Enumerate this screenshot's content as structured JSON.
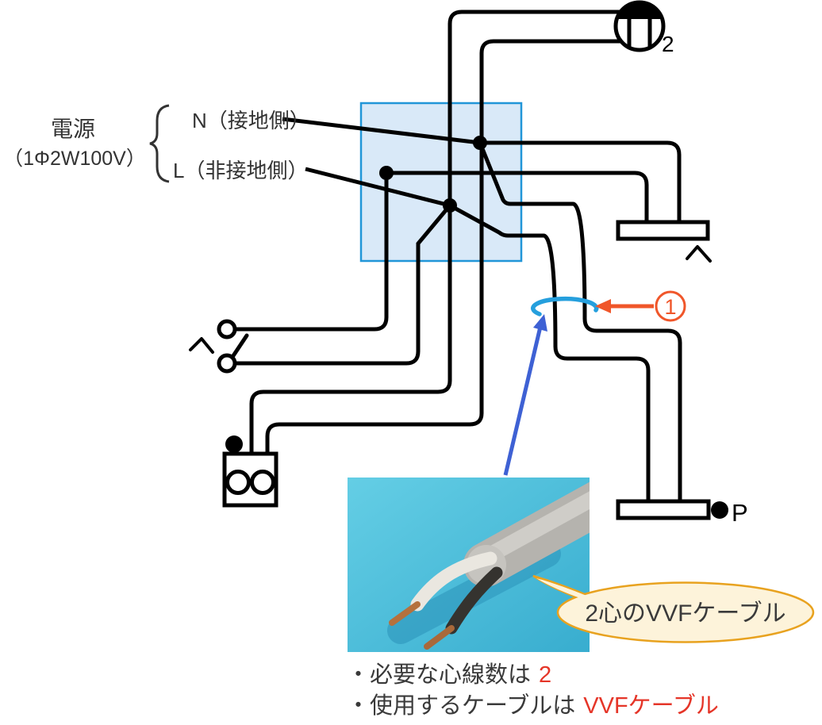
{
  "diagram": {
    "power": {
      "line1": "電源",
      "line2": "（1Φ2W100V）",
      "neutral": "N（接地側）",
      "live": "L（非接地側）"
    },
    "lamp": {
      "subscript": "2"
    },
    "marks": {
      "switch": "へ",
      "fluorescent_top": "へ"
    },
    "pilot_lamp": {
      "label": "P"
    },
    "callout": {
      "number": "1"
    }
  },
  "bubble": {
    "text": "2心のVVFケーブル"
  },
  "notes": {
    "line1": {
      "text": "・必要な心線数は",
      "highlight": "2"
    },
    "line2": {
      "text": "・使用するケーブルは",
      "highlight": "VVFケーブル"
    }
  },
  "colors": {
    "wire": "#000000",
    "box_fill": "#d9e9f8",
    "box_border": "#2196d8",
    "arc_blue": "#259fdd",
    "arrow_blue": "#3e61d4",
    "accent_orange": "#f0562a",
    "highlight_red": "#e53528",
    "bubble_fill": "#fdf3da",
    "bubble_border": "#e8a21f"
  }
}
